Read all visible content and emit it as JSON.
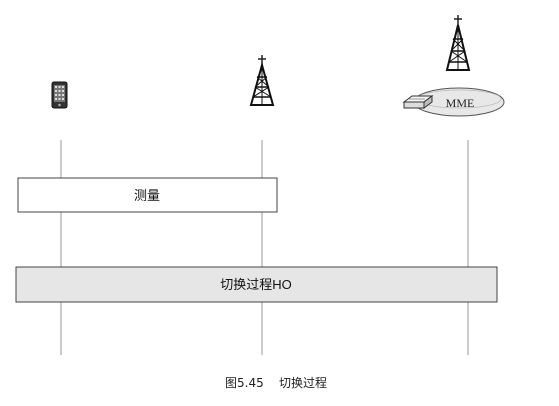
{
  "diagram": {
    "entities": [
      {
        "id": "ue",
        "icon": "mobile-phone-icon"
      },
      {
        "id": "enb",
        "icon": "cell-tower-icon"
      },
      {
        "id": "mme",
        "icon": "cell-tower-icon",
        "node_icon": "router-icon",
        "label": "MME"
      }
    ],
    "blocks": {
      "measurement": "测量",
      "handover": "切换过程HO"
    },
    "colors": {
      "measurement_fill": "#ffffff",
      "handover_fill": "#e6e6e6",
      "mme_ellipse_fill": "#e8e8e8",
      "stroke": "#555555"
    }
  },
  "caption": "图5.45    切换过程"
}
